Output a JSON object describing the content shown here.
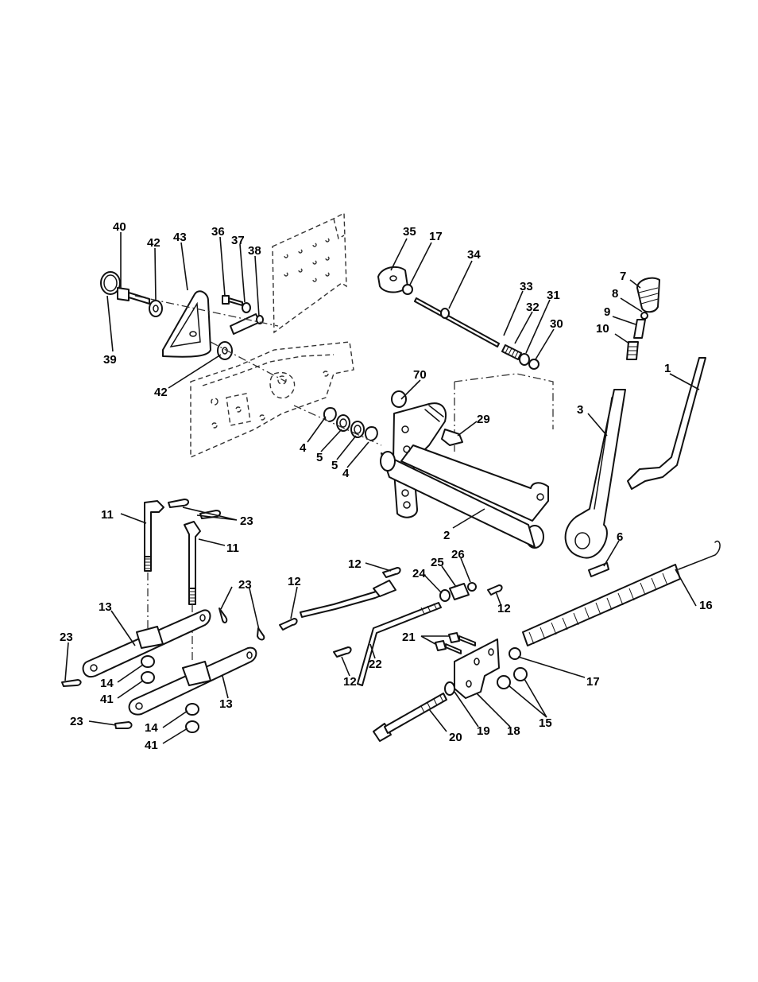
{
  "callouts": [
    {
      "id": "c40",
      "label": "40"
    },
    {
      "id": "c42a",
      "label": "42"
    },
    {
      "id": "c43",
      "label": "43"
    },
    {
      "id": "c36",
      "label": "36"
    },
    {
      "id": "c37",
      "label": "37"
    },
    {
      "id": "c38",
      "label": "38"
    },
    {
      "id": "c39",
      "label": "39"
    },
    {
      "id": "c42b",
      "label": "42"
    },
    {
      "id": "c35",
      "label": "35"
    },
    {
      "id": "c17a",
      "label": "17"
    },
    {
      "id": "c34",
      "label": "34"
    },
    {
      "id": "c33",
      "label": "33"
    },
    {
      "id": "c32",
      "label": "32"
    },
    {
      "id": "c31",
      "label": "31"
    },
    {
      "id": "c30",
      "label": "30"
    },
    {
      "id": "c7",
      "label": "7"
    },
    {
      "id": "c8",
      "label": "8"
    },
    {
      "id": "c9",
      "label": "9"
    },
    {
      "id": "c10",
      "label": "10"
    },
    {
      "id": "c1",
      "label": "1"
    },
    {
      "id": "c3",
      "label": "3"
    },
    {
      "id": "c70",
      "label": "70"
    },
    {
      "id": "c29",
      "label": "29"
    },
    {
      "id": "c4a",
      "label": "4"
    },
    {
      "id": "c5a",
      "label": "5"
    },
    {
      "id": "c5b",
      "label": "5"
    },
    {
      "id": "c4b",
      "label": "4"
    },
    {
      "id": "c2",
      "label": "2"
    },
    {
      "id": "c6",
      "label": "6"
    },
    {
      "id": "c11a",
      "label": "11"
    },
    {
      "id": "c23a",
      "label": "23"
    },
    {
      "id": "c11b",
      "label": "11"
    },
    {
      "id": "c12a",
      "label": "12"
    },
    {
      "id": "c12b",
      "label": "12"
    },
    {
      "id": "c25",
      "label": "25"
    },
    {
      "id": "c26",
      "label": "26"
    },
    {
      "id": "c24",
      "label": "24"
    },
    {
      "id": "c12c",
      "label": "12"
    },
    {
      "id": "c16",
      "label": "16"
    },
    {
      "id": "c13a",
      "label": "13"
    },
    {
      "id": "c23b",
      "label": "23"
    },
    {
      "id": "c23c",
      "label": "23"
    },
    {
      "id": "c14a",
      "label": "14"
    },
    {
      "id": "c41a",
      "label": "41"
    },
    {
      "id": "c13b",
      "label": "13"
    },
    {
      "id": "c21",
      "label": "21"
    },
    {
      "id": "c22",
      "label": "22"
    },
    {
      "id": "c12d",
      "label": "12"
    },
    {
      "id": "c17b",
      "label": "17"
    },
    {
      "id": "c23d",
      "label": "23"
    },
    {
      "id": "c14b",
      "label": "14"
    },
    {
      "id": "c41b",
      "label": "41"
    },
    {
      "id": "c15",
      "label": "15"
    },
    {
      "id": "c20",
      "label": "20"
    },
    {
      "id": "c19",
      "label": "19"
    },
    {
      "id": "c18",
      "label": "18"
    }
  ]
}
